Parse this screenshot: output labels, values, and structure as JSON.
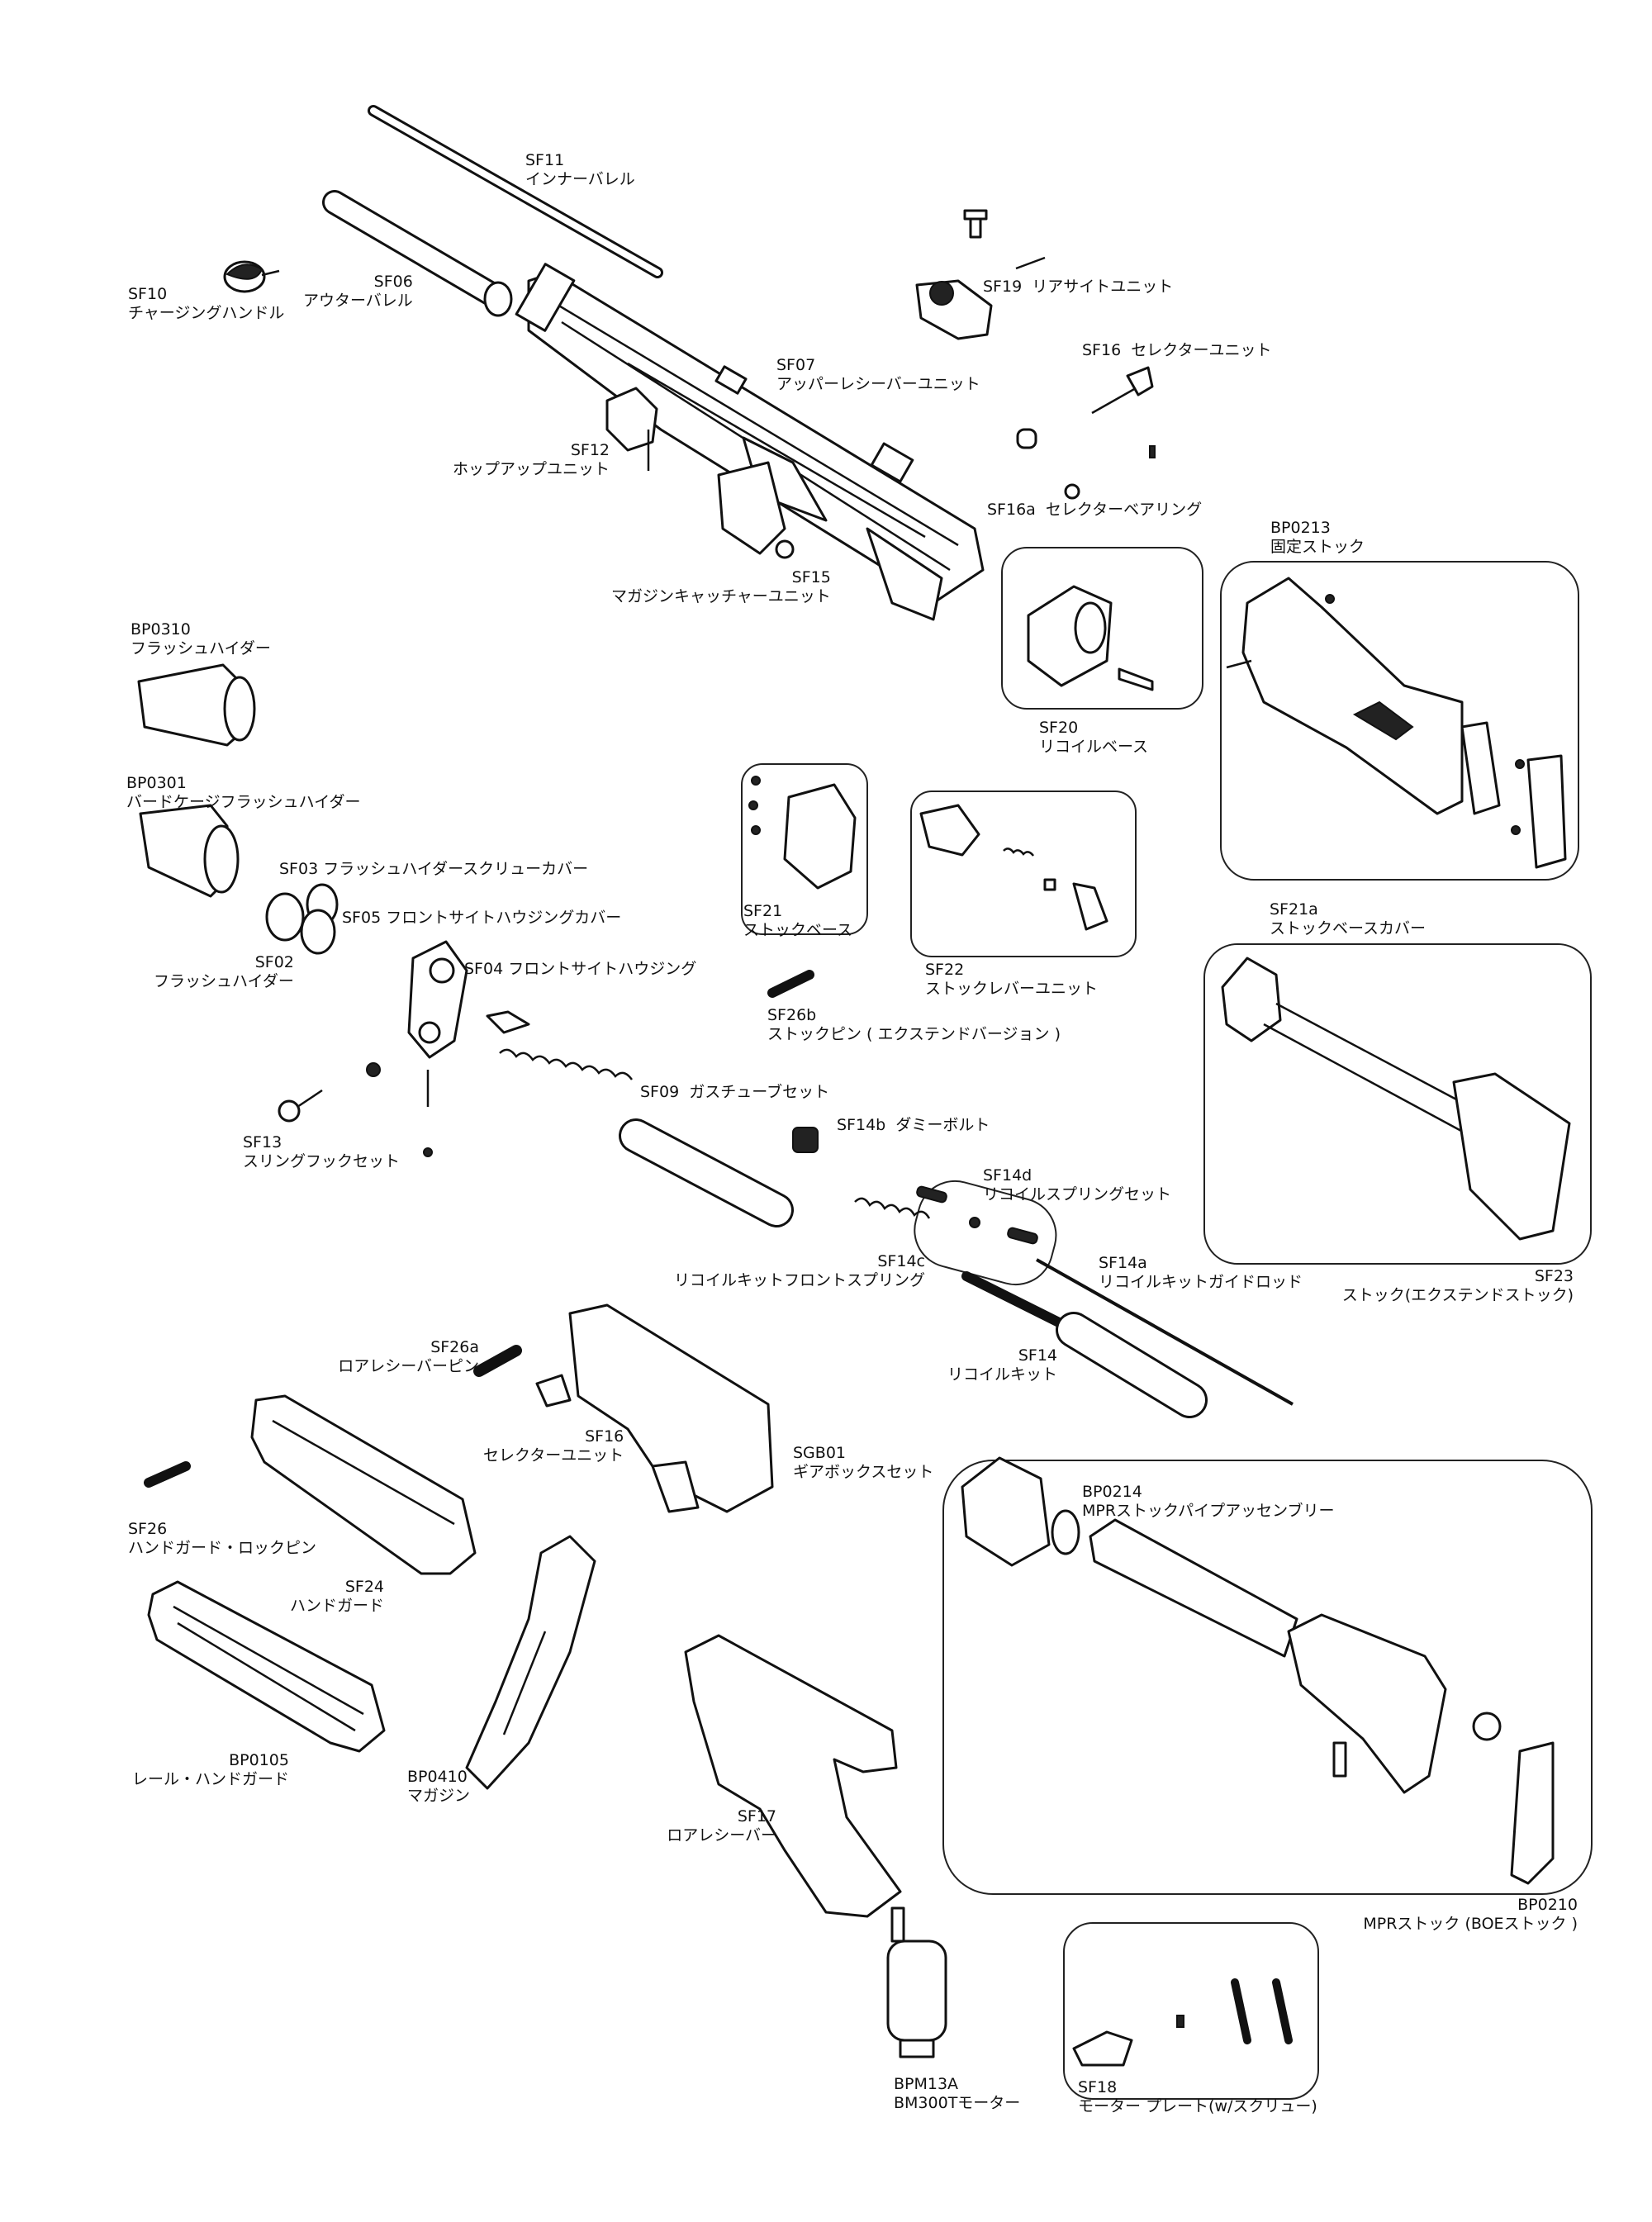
{
  "parts": [
    {
      "id": "sf11",
      "code": "SF11",
      "name": "インナーバレル"
    },
    {
      "id": "sf10",
      "code": "SF10",
      "name": "チャージングハンドル"
    },
    {
      "id": "sf06",
      "code": "SF06",
      "name": "アウターバレル"
    },
    {
      "id": "sf19",
      "code": "SF19",
      "name": "リアサイトユニット",
      "inline": true
    },
    {
      "id": "sf07",
      "code": "SF07",
      "name": "アッパーレシーバーユニット"
    },
    {
      "id": "sf16-top",
      "code": "SF16",
      "name": "セレクターユニット",
      "inline": true
    },
    {
      "id": "sf12",
      "code": "SF12",
      "name": "ホップアップユニット"
    },
    {
      "id": "sf16a",
      "code": "SF16a",
      "name": "セレクターベアリング",
      "inline": true
    },
    {
      "id": "bp0213",
      "code": "BP0213",
      "name": "固定ストック"
    },
    {
      "id": "sf15",
      "code": "SF15",
      "name": "マガジンキャッチャーユニット"
    },
    {
      "id": "bp0310",
      "code": "BP0310",
      "name": "フラッシュハイダー"
    },
    {
      "id": "sf20",
      "code": "SF20",
      "name": "リコイルベース"
    },
    {
      "id": "bp0301",
      "code": "BP0301",
      "name": "バードケージフラッシュハイダー"
    },
    {
      "id": "sf03",
      "code": "SF03",
      "name": "フラッシュハイダースクリューカバー",
      "inline": true
    },
    {
      "id": "sf05",
      "code": "SF05",
      "name": "フロントサイトハウジングカバー",
      "inline": true
    },
    {
      "id": "sf21",
      "code": "SF21",
      "name": "ストックベース"
    },
    {
      "id": "sf21a",
      "code": "SF21a",
      "name": "ストックベースカバー"
    },
    {
      "id": "sf02",
      "code": "SF02",
      "name": "フラッシュハイダー"
    },
    {
      "id": "sf22",
      "code": "SF22",
      "name": "ストックレバーユニット"
    },
    {
      "id": "sf04",
      "code": "SF04",
      "name": "フロントサイトハウジング",
      "inline": true
    },
    {
      "id": "sf26b",
      "code": "SF26b",
      "name": "ストックピン ( エクステンドバージョン )"
    },
    {
      "id": "sf09",
      "code": "SF09",
      "name": "ガスチューブセット",
      "inline": true
    },
    {
      "id": "sf14b",
      "code": "SF14b",
      "name": "ダミーボルト",
      "inline": true
    },
    {
      "id": "sf13",
      "code": "SF13",
      "name": "スリングフックセット"
    },
    {
      "id": "sf14d",
      "code": "SF14d",
      "name": "リコイルスプリングセット"
    },
    {
      "id": "sf14c",
      "code": "SF14c",
      "name": "リコイルキットフロントスプリング"
    },
    {
      "id": "sf14a",
      "code": "SF14a",
      "name": "リコイルキットガイドロッド"
    },
    {
      "id": "sf23",
      "code": "SF23",
      "name": "ストック(エクステンドストック)"
    },
    {
      "id": "sf26a",
      "code": "SF26a",
      "name": "ロアレシーバーピン"
    },
    {
      "id": "sf14",
      "code": "SF14",
      "name": "リコイルキット"
    },
    {
      "id": "sf16-mid",
      "code": "SF16",
      "name": "セレクターユニット"
    },
    {
      "id": "sgb01",
      "code": "SGB01",
      "name": "ギアボックスセット"
    },
    {
      "id": "bp0214",
      "code": "BP0214",
      "name": "MPRストックパイプアッセンブリー"
    },
    {
      "id": "sf26",
      "code": "SF26",
      "name": "ハンドガード・ロックピン"
    },
    {
      "id": "sf24",
      "code": "SF24",
      "name": "ハンドガード"
    },
    {
      "id": "bp0105",
      "code": "BP0105",
      "name": "レール・ハンドガード"
    },
    {
      "id": "bp0410",
      "code": "BP0410",
      "name": "マガジン"
    },
    {
      "id": "sf17",
      "code": "SF17",
      "name": "ロアレシーバー"
    },
    {
      "id": "bp0210",
      "code": "BP0210",
      "name": "MPRストック (BOEストック )"
    },
    {
      "id": "bpm13a",
      "code": "BPM13A",
      "name": "BM300Tモーター"
    },
    {
      "id": "sf18",
      "code": "SF18",
      "name": "モーター プレート(w/スクリュー)"
    }
  ]
}
